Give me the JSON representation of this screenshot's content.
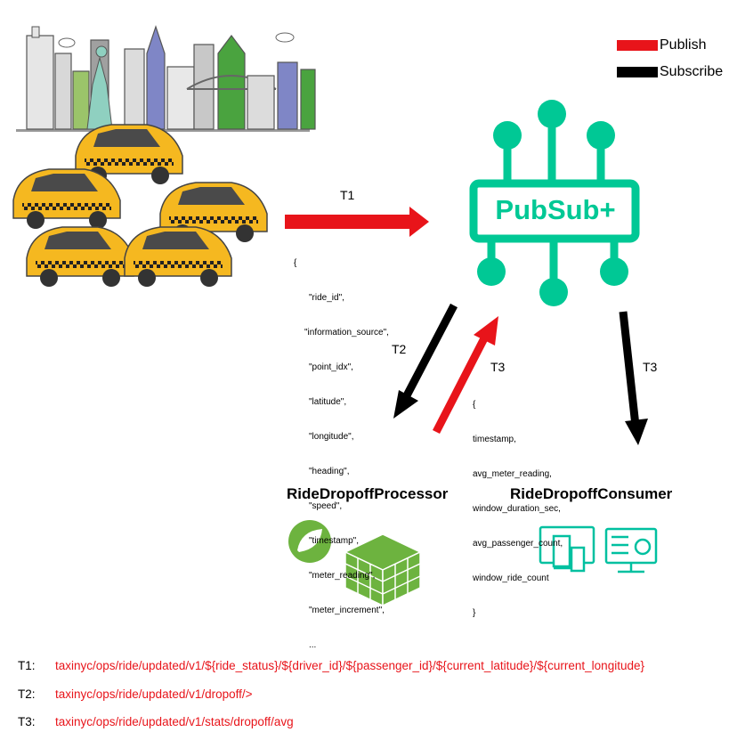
{
  "legend": {
    "publish": "Publish",
    "subscribe": "Subscribe",
    "publish_color": "#e8141a",
    "subscribe_color": "#000000"
  },
  "broker": {
    "label": "PubSub+",
    "color": "#00c895"
  },
  "arrows": {
    "t1_label": "T1",
    "t2_label": "T2",
    "t3_processor_label": "T3",
    "t3_consumer_label": "T3"
  },
  "t1_payload": [
    "{",
    "\"ride_id\",",
    "\"information_source\",",
    "\"point_idx\",",
    "\"latitude\",",
    "\"longitude\",",
    "\"heading\",",
    "\"speed\",",
    "\"timestamp\",",
    "\"meter_reading\",",
    "\"meter_increment\",",
    "..."
  ],
  "t3_payload": [
    "{",
    "timestamp,",
    "avg_meter_reading,",
    "window_duration_sec,",
    "avg_passenger_count,",
    "window_ride_count",
    "}"
  ],
  "services": {
    "processor": {
      "title": "RideDropoffProcessor",
      "icons": [
        "spring-leaf-icon",
        "cube-grid-icon"
      ]
    },
    "consumer": {
      "title": "RideDropoffConsumer",
      "icons": [
        "devices-icon",
        "dashboard-icon"
      ]
    }
  },
  "topics": [
    {
      "key": "T1:",
      "value": "taxinyc/ops/ride/updated/v1/${ride_status}/${driver_id}/${passenger_id}/${current_latitude}/${current_longitude}"
    },
    {
      "key": "T2:",
      "value": "taxinyc/ops/ride/updated/v1/dropoff/>"
    },
    {
      "key": "T3:",
      "value": "taxinyc/ops/ride/updated/v1/stats/dropoff/avg"
    }
  ]
}
